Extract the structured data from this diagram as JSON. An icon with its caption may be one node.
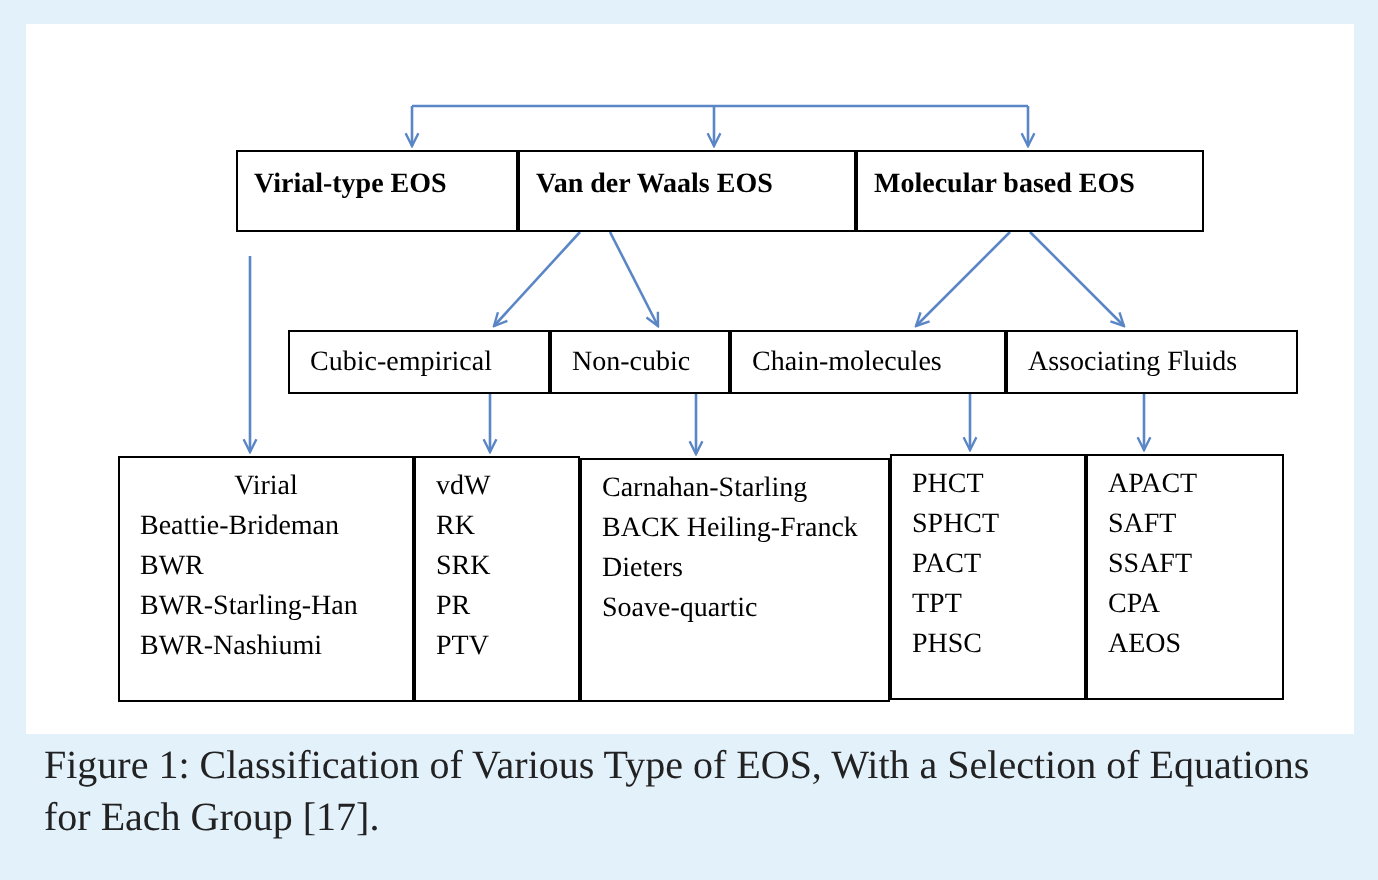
{
  "diagram": {
    "caption": "Figure 1: Classification of Various Type of EOS, With a Selection of Equations for Each Group [17].",
    "nodes": [
      {
        "text": [
          "Virial-type EOS"
        ]
      },
      {
        "text": [
          "Van der Waals EOS"
        ]
      },
      {
        "text": [
          "Molecular based EOS"
        ]
      },
      {
        "text": [
          "Cubic-empirical"
        ]
      },
      {
        "text": [
          "Non-cubic"
        ]
      },
      {
        "text": [
          "Chain-molecules"
        ]
      },
      {
        "text": [
          "Associating Fluids"
        ]
      },
      {
        "text": [
          "Virial",
          "Beattie-Brideman",
          "BWR",
          "BWR-Starling-Han",
          "BWR-Nashiumi"
        ]
      },
      {
        "text": [
          "vdW",
          "RK",
          "SRK",
          "PR",
          "PTV"
        ]
      },
      {
        "text": [
          "Carnahan-Starling",
          "BACK Heiling-Franck Dieters",
          "Soave-quartic"
        ]
      },
      {
        "text": [
          "PHCT",
          "SPHCT",
          "PACT",
          "TPT",
          "PHSC"
        ]
      },
      {
        "text": [
          "APACT",
          "SAFT",
          "SSAFT",
          "CPA",
          "AEOS"
        ]
      }
    ],
    "edges": [
      {
        "from": null,
        "to": 0,
        "arrow": "to"
      },
      {
        "from": null,
        "to": 1,
        "arrow": "to"
      },
      {
        "from": null,
        "to": 2,
        "arrow": "to"
      },
      {
        "from": 0,
        "to": 7,
        "arrow": "to"
      },
      {
        "from": 1,
        "to": 3,
        "arrow": "to"
      },
      {
        "from": 1,
        "to": 4,
        "arrow": "to"
      },
      {
        "from": 2,
        "to": 5,
        "arrow": "to"
      },
      {
        "from": 2,
        "to": 6,
        "arrow": "to"
      },
      {
        "from": 3,
        "to": 8,
        "arrow": "to"
      },
      {
        "from": 4,
        "to": 9,
        "arrow": "to"
      },
      {
        "from": 5,
        "to": 10,
        "arrow": "to"
      },
      {
        "from": 6,
        "to": 11,
        "arrow": "to"
      }
    ]
  }
}
